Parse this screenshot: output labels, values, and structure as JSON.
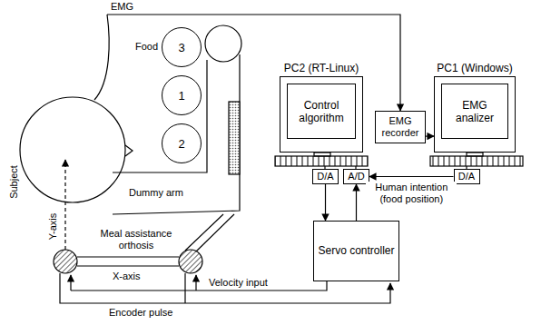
{
  "diagram": {
    "nodes": [
      {
        "text": [
          "Subject"
        ]
      },
      {
        "text": [
          "3"
        ]
      },
      {
        "text": [
          "1"
        ]
      },
      {
        "text": [
          "2"
        ]
      },
      {
        "text": [
          "PC2 (RT-Linux)",
          "Control algorithm"
        ]
      },
      {
        "text": [
          "EMG recorder"
        ]
      },
      {
        "text": [
          "PC1 (Windows)",
          "EMG analizer"
        ]
      },
      {
        "text": [
          "D/A"
        ]
      },
      {
        "text": [
          "A/D"
        ]
      },
      {
        "text": [
          "D/A"
        ]
      },
      {
        "text": [
          "Servo controller"
        ]
      }
    ],
    "edges": [
      {
        "from": 0,
        "to": 5,
        "arrow": "to"
      },
      {
        "from": 5,
        "to": 6,
        "arrow": "to"
      },
      {
        "from": 9,
        "to": 8,
        "label": "Human intention (food position)",
        "arrow": "to"
      },
      {
        "from": 7,
        "to": 10,
        "arrow": "to"
      },
      {
        "from": 10,
        "to": 8,
        "arrow": "to"
      }
    ],
    "labels": [
      "EMG",
      "Food",
      "Dummy arm",
      "Y-axis",
      "X-axis",
      "Meal assistance orthosis",
      "Velocity input",
      "Encoder pulse"
    ]
  }
}
